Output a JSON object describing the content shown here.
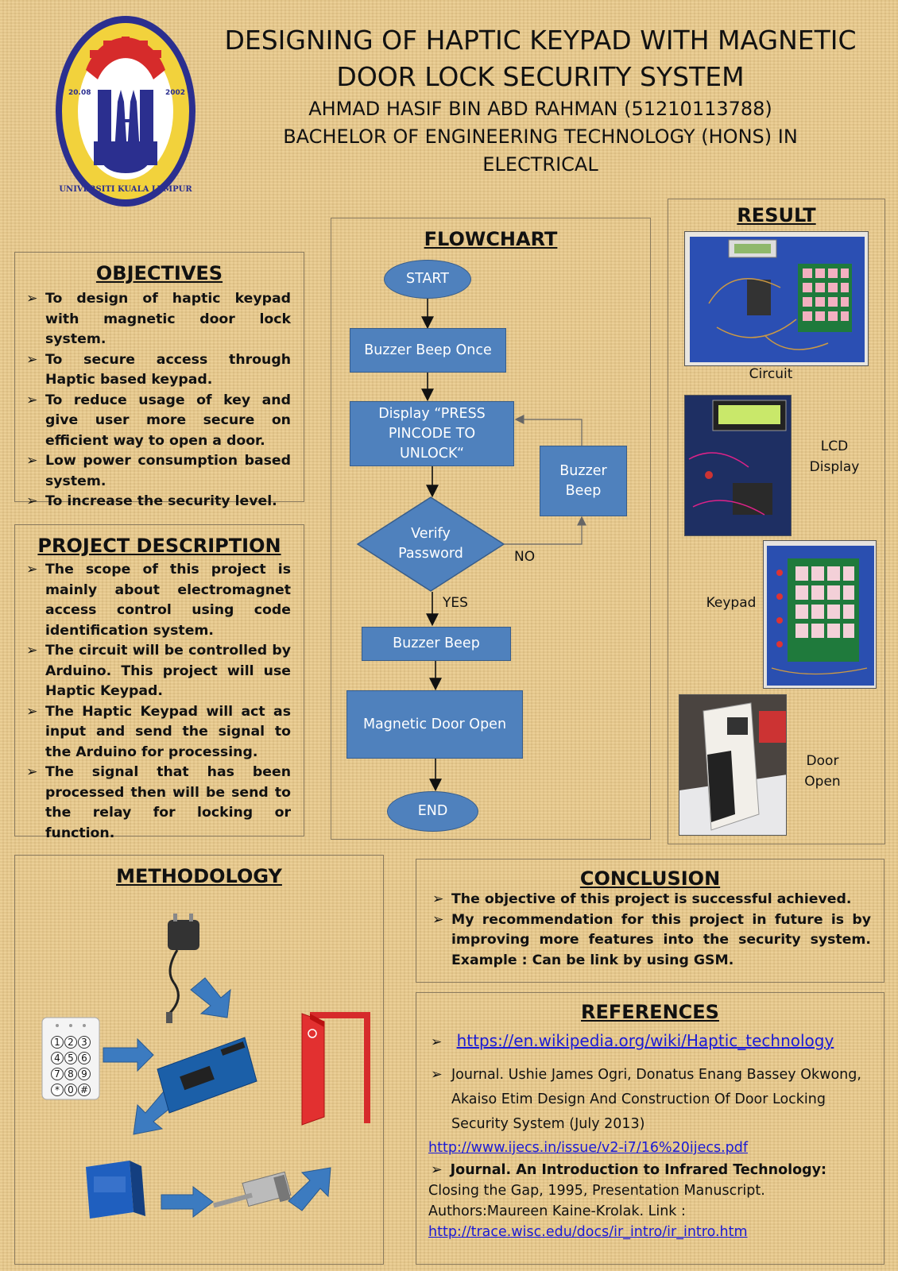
{
  "header": {
    "title": "DESIGNING OF HAPTIC KEYPAD WITH MAGNETIC DOOR LOCK SECURITY SYSTEM",
    "author": "AHMAD HASIF BIN ABD RAHMAN (51210113788)",
    "programme": "BACHELOR OF ENGINEERING TECHNOLOGY (HONS) IN ELECTRICAL",
    "logo": {
      "text": "UNIVERSITI KUALA LUMPUR",
      "year_left": "20.08",
      "year_right": "2002"
    }
  },
  "objectives": {
    "heading": "OBJECTIVES",
    "items": [
      "To design of haptic keypad with magnetic door lock system.",
      "To secure access through Haptic based keypad.",
      "To reduce usage of key and give user more secure on efficient way to open a door.",
      "Low power consumption based system.",
      "To increase the security level."
    ]
  },
  "description": {
    "heading": "PROJECT DESCRIPTION",
    "items": [
      "The scope of this project is mainly about electromagnet access control using code identification system.",
      "The circuit will be controlled by Arduino. This project will use Haptic Keypad.",
      "The Haptic Keypad will act as input and send the signal to the Arduino for processing.",
      "The signal that has been processed then will be send to the relay for locking or function."
    ]
  },
  "flowchart": {
    "heading": "FLOWCHART",
    "start": "START",
    "beep_once": "Buzzer Beep Once",
    "display": "Display “PRESS PINCODE TO UNLOCK“",
    "verify": "Verify Password",
    "side_beep": "Buzzer Beep",
    "no": "NO",
    "yes": "YES",
    "beep": "Buzzer Beep",
    "door": "Magnetic Door Open",
    "end": "END"
  },
  "result": {
    "heading": "RESULT",
    "captions": {
      "circuit": "Circuit",
      "lcd": "LCD Display",
      "keypad": "Keypad",
      "door": "Door Open"
    }
  },
  "methodology": {
    "heading": "METHODOLOGY",
    "keypad_keys": [
      "1",
      "2",
      "3",
      "4",
      "5",
      "6",
      "7",
      "8",
      "9",
      "*",
      "0",
      "#"
    ]
  },
  "conclusion": {
    "heading": "CONCLUSION",
    "items": [
      "The objective of this project is successful achieved.",
      "My recommendation for this project in future is by improving more features into the security system. Example : Can be link by using GSM."
    ]
  },
  "references": {
    "heading": "REFERENCES",
    "link1": "https://en.wikipedia.org/wiki/Haptic_technology",
    "journal1": "Journal. Ushie James Ogri, Donatus Enang Bassey Okwong, Akaiso Etim Design And Construction Of Door Locking Security System (July 2013)",
    "link2": "http://www.ijecs.in/issue/v2-i7/16%20ijecs.pdf",
    "journal2_title": "Journal. An Introduction to Infrared Technology:",
    "journal2_line1": "Closing the Gap, 1995, Presentation Manuscript.",
    "journal2_line2": "Authors:Maureen Kaine-Krolak. Link :",
    "link3": "http://trace.wisc.edu/docs/ir_intro/ir_intro.htm"
  },
  "colors": {
    "box_fill": "#4f81bd",
    "box_border": "#385d8a",
    "link": "#1a1ad6",
    "logo_blue": "#2b2f8f",
    "logo_yellow": "#f2d23c",
    "logo_red": "#d62b2b"
  }
}
